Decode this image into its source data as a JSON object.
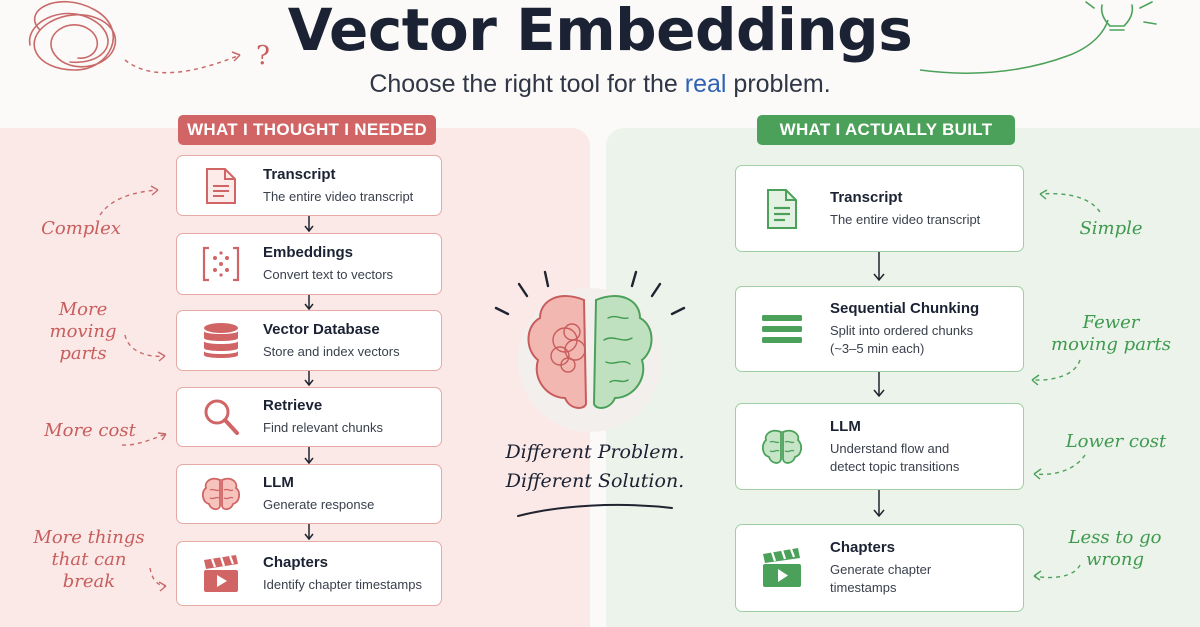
{
  "header": {
    "title": "Vector Embeddings",
    "subtitle_pre": "Choose the right tool for the ",
    "subtitle_em": "real",
    "subtitle_post": " problem."
  },
  "left": {
    "banner": "WHAT I THOUGHT I NEEDED",
    "steps": [
      {
        "name": "Transcript",
        "desc": "The entire video transcript",
        "icon": "document-icon"
      },
      {
        "name": "Embeddings",
        "desc": "Convert text to vectors",
        "icon": "vector-brackets-icon"
      },
      {
        "name": "Vector Database",
        "desc": "Store and index vectors",
        "icon": "database-icon"
      },
      {
        "name": "Retrieve",
        "desc": "Find relevant chunks",
        "icon": "magnifier-icon"
      },
      {
        "name": "LLM",
        "desc": "Generate response",
        "icon": "brain-icon"
      },
      {
        "name": "Chapters",
        "desc": "Identify chapter timestamps",
        "icon": "clapperboard-icon"
      }
    ],
    "notes": [
      "Complex",
      "More\nmoving parts",
      "More cost",
      "More things\nthat can break"
    ]
  },
  "right": {
    "banner": "WHAT I ACTUALLY BUILT",
    "steps": [
      {
        "name": "Transcript",
        "desc": "The entire video transcript",
        "icon": "document-icon"
      },
      {
        "name": "Sequential Chunking",
        "desc": "Split into ordered chunks\n(~3–5 min each)",
        "icon": "chunks-icon"
      },
      {
        "name": "LLM",
        "desc": "Understand flow and\ndetect topic transitions",
        "icon": "brain-icon"
      },
      {
        "name": "Chapters",
        "desc": "Generate chapter\ntimestamps",
        "icon": "clapperboard-icon"
      }
    ],
    "notes": [
      "Simple",
      "Fewer\nmoving parts",
      "Lower cost",
      "Less to go\nwrong"
    ]
  },
  "center": {
    "text_line1": "Different Problem.",
    "text_line2": "Different Solution."
  },
  "decor": {
    "question_mark": "?"
  },
  "colors": {
    "red": "#d16566",
    "green": "#4ca15a",
    "title": "#1b2233",
    "accent_blue": "#2f62b4"
  }
}
